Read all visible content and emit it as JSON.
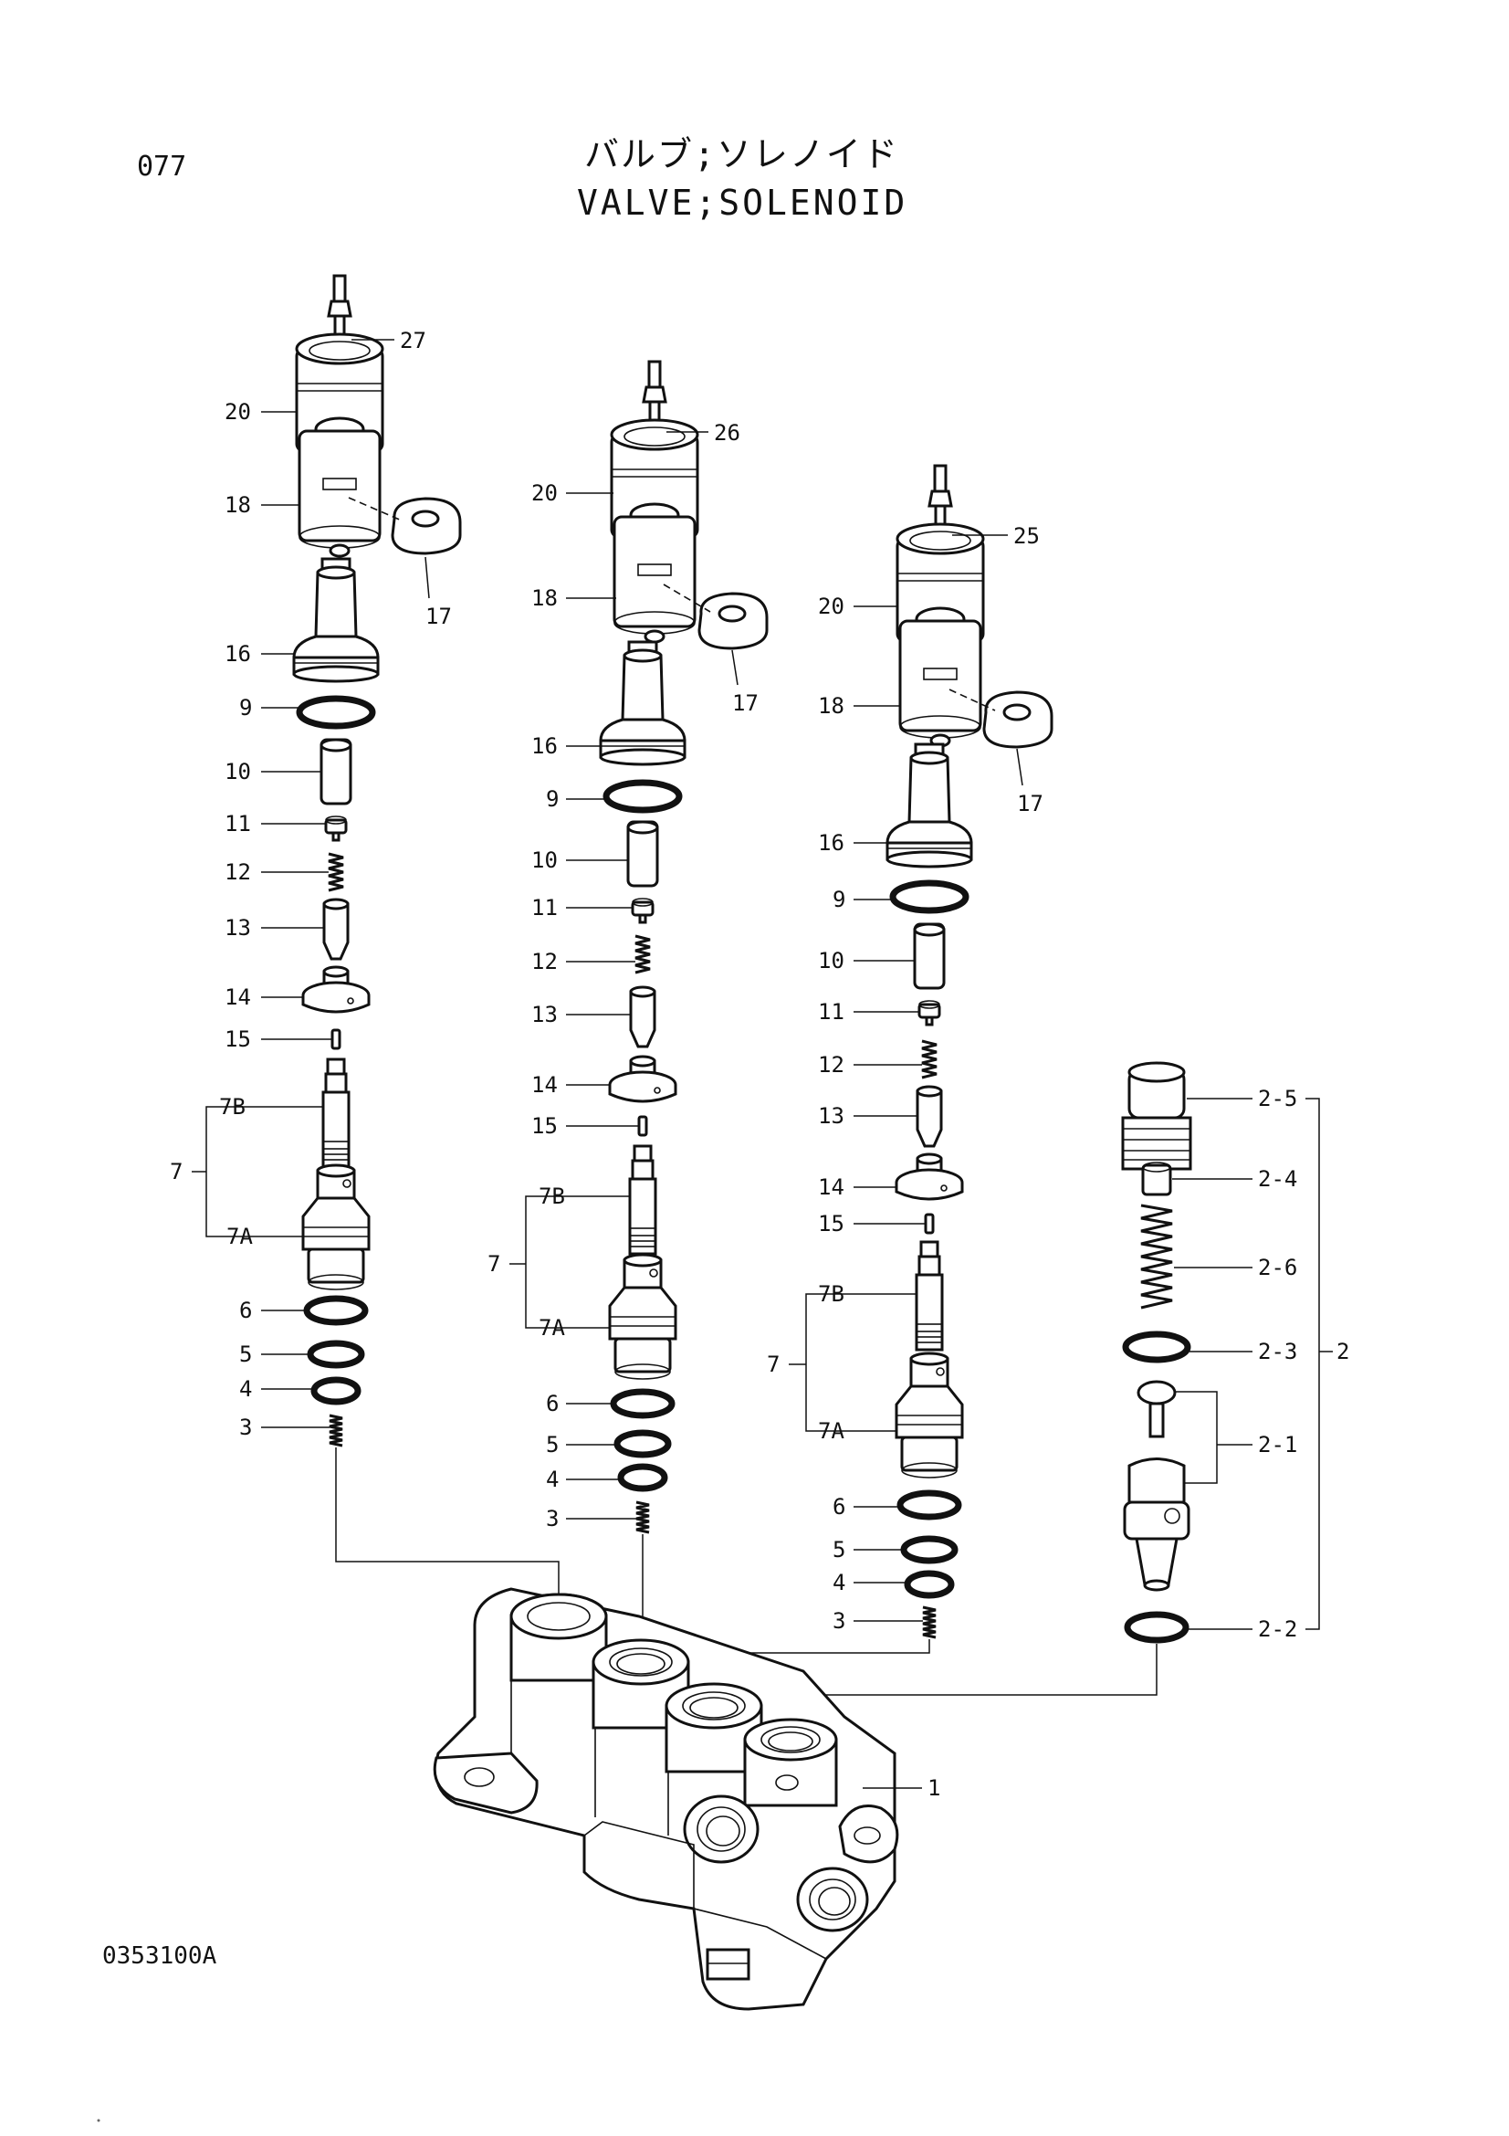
{
  "header": {
    "page_number": "077",
    "title_jp": "バルブ;ソレノイド",
    "title_en": "VALVE;SOLENOID"
  },
  "footer": {
    "drawing_code": "0353100A"
  },
  "colors": {
    "ink": "#111111",
    "paper": "#ffffff"
  },
  "callouts": {
    "c1": {
      "p27": "27",
      "p20": "20",
      "p18": "18",
      "p17": "17",
      "p16": "16",
      "p9": "9",
      "p10": "10",
      "p11": "11",
      "p12": "12",
      "p13": "13",
      "p14": "14",
      "p15": "15",
      "p7B": "7B",
      "p7": "7",
      "p7A": "7A",
      "p6": "6",
      "p5": "5",
      "p4": "4",
      "p3": "3"
    },
    "c2": {
      "p26": "26",
      "p20": "20",
      "p18": "18",
      "p17": "17",
      "p16": "16",
      "p9": "9",
      "p10": "10",
      "p11": "11",
      "p12": "12",
      "p13": "13",
      "p14": "14",
      "p15": "15",
      "p7B": "7B",
      "p7": "7",
      "p7A": "7A",
      "p6": "6",
      "p5": "5",
      "p4": "4",
      "p3": "3"
    },
    "c3": {
      "p25": "25",
      "p20": "20",
      "p18": "18",
      "p17": "17",
      "p16": "16",
      "p9": "9",
      "p10": "10",
      "p11": "11",
      "p12": "12",
      "p13": "13",
      "p14": "14",
      "p15": "15",
      "p7B": "7B",
      "p7": "7",
      "p7A": "7A",
      "p6": "6",
      "p5": "5",
      "p4": "4",
      "p3": "3"
    },
    "c4": {
      "p2_5": "2-5",
      "p2_4": "2-4",
      "p2_6": "2-6",
      "p2_3": "2-3",
      "p2": "2",
      "p2_1": "2-1",
      "p2_2": "2-2"
    },
    "body": {
      "p1": "1"
    }
  }
}
